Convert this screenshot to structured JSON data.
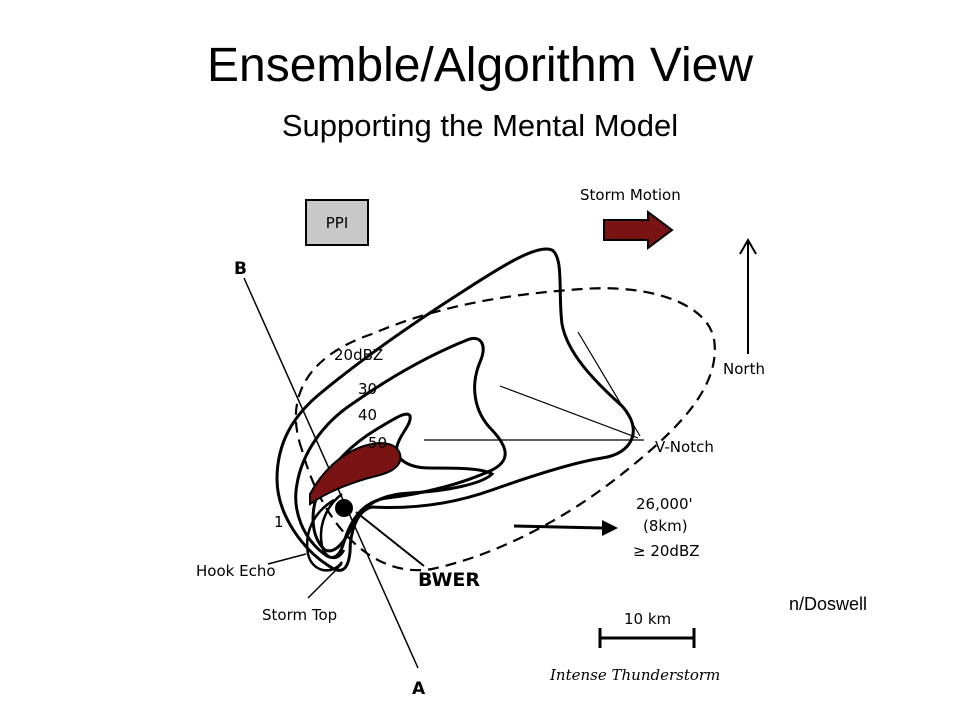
{
  "slide": {
    "title": "Ensemble/Algorithm View",
    "subtitle": "Supporting the Mental Model",
    "credit": "n/Doswell"
  },
  "diagram": {
    "ppi_label": "PPI",
    "storm_motion_label": "Storm Motion",
    "north_label": "North",
    "point_b_label": "B",
    "point_a_label": "A",
    "contour_20_label": "20dBZ",
    "contour_30_label": "30",
    "contour_40_label": "40",
    "contour_50_label": "50",
    "v_notch_label": "V-Notch",
    "height_label": "26,000'",
    "height_km_label": "(8km)",
    "height_threshold_label": "≥ 20dBZ",
    "hook_echo_label": "Hook Echo",
    "storm_top_label": "Storm Top",
    "bwer_label": "BWER",
    "scale_label": "10 km",
    "caption": "Intense Thunderstorm",
    "marker_label": "1"
  },
  "colors": {
    "core": "#7a1414",
    "ppi_box": "#c8c8c8",
    "ink": "#000000"
  }
}
